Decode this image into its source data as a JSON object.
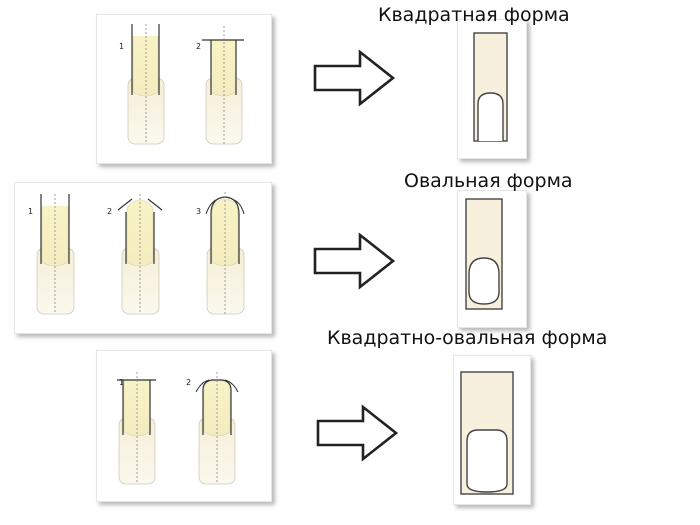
{
  "sections": [
    {
      "title": "Квадратная форма",
      "steps": [
        "1",
        "2"
      ]
    },
    {
      "title": "Овальная форма",
      "steps": [
        "1",
        "2",
        "3"
      ]
    },
    {
      "title": "Квадратно-овальная форма",
      "steps": [
        "1",
        "2"
      ]
    }
  ],
  "colors": {
    "nail_fill": "#f7f0dc",
    "nail_bed": "#f5f0c8",
    "outline": "#333333",
    "guide_line": "#777777",
    "shadow": "#999999"
  }
}
